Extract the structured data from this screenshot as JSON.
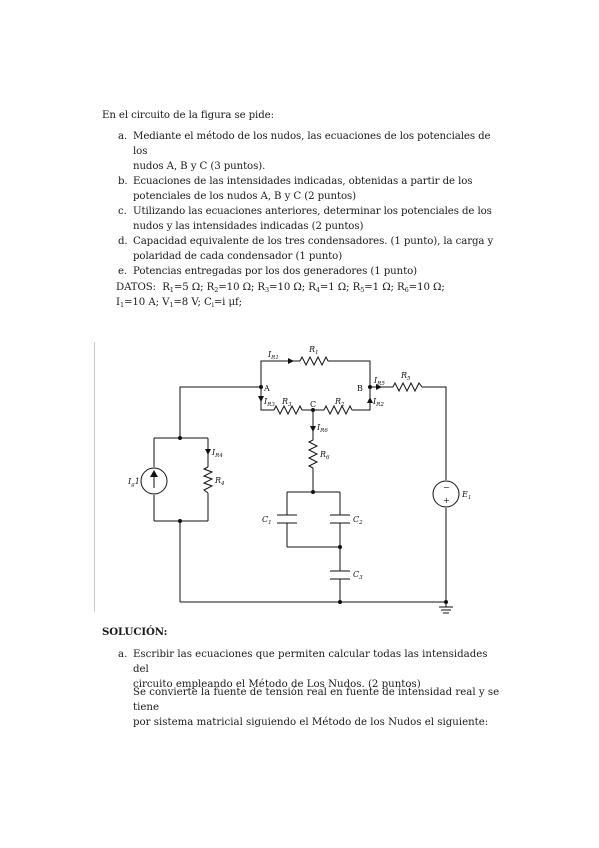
{
  "intro": "En el circuito de la figura se pide:",
  "questions": [
    {
      "mark": "a.",
      "lines": [
        "Mediante el método de los nudos, las ecuaciones de los potenciales de los",
        "nudos A, B y C (3 puntos)."
      ]
    },
    {
      "mark": "b.",
      "lines": [
        "Ecuaciones de las intensidades indicadas, obtenidas a partir de los",
        "potenciales de los nudos A, B y C (2 puntos)"
      ]
    },
    {
      "mark": "c.",
      "lines": [
        "Utilizando las ecuaciones anteriores, determinar los potenciales de los",
        "nudos y las intensidades indicadas (2 puntos)"
      ]
    },
    {
      "mark": "d.",
      "lines": [
        "Capacidad equivalente de los tres condensadores. (1 punto), la carga y",
        "polaridad de cada condensador (1 punto)"
      ]
    },
    {
      "mark": "e.",
      "lines": [
        "Potencias entregadas por los dos generadores (1 punto)"
      ]
    }
  ],
  "datos": {
    "prefix": "DATOS:",
    "items": [
      {
        "sym": "R",
        "sub": "1",
        "val": "=5 Ω;"
      },
      {
        "sym": "R",
        "sub": "2",
        "val": "=10 Ω;"
      },
      {
        "sym": "R",
        "sub": "3",
        "val": "=10 Ω;"
      },
      {
        "sym": "R",
        "sub": "4",
        "val": "=1 Ω;"
      },
      {
        "sym": "R",
        "sub": "5",
        "val": "=1 Ω;"
      },
      {
        "sym": "R",
        "sub": "6",
        "val": "=10 Ω;"
      },
      {
        "sym": "I",
        "sub": "1",
        "val": "=10 A;"
      },
      {
        "sym": "V",
        "sub": "1",
        "val": "=8 V;"
      },
      {
        "sym": "C",
        "sub": "i",
        "val": "=i μf;"
      }
    ]
  },
  "circuit": {
    "nodes": {
      "a": "A",
      "b": "B",
      "c": "C"
    },
    "resistors": {
      "r1": "R",
      "r2": "R",
      "r3": "R",
      "r4": "R",
      "r5": "R",
      "r6": "R"
    },
    "resistor_subs": {
      "r1": "1",
      "r2": "2",
      "r3": "3",
      "r4": "4",
      "r5": "5",
      "r6": "6"
    },
    "currents": {
      "ir1": "1",
      "ir2": "2",
      "ir3": "3",
      "ir4": "4",
      "ir5": "5",
      "ir6": "6"
    },
    "current_prefix": "I",
    "current_sub_prefix": "R",
    "capacitors": {
      "c1": "C",
      "c2": "C",
      "c3": "C"
    },
    "capacitor_subs": {
      "c1": "1",
      "c2": "2",
      "c3": "3"
    },
    "source_current": {
      "sym": "I",
      "sub": "g",
      "tail": "1"
    },
    "source_voltage": {
      "sym": "E",
      "sub": "1"
    },
    "plus": "+",
    "minus": "−"
  },
  "solution": {
    "heading": "SOLUCIÓN:",
    "a_mark": "a.",
    "a_lines": [
      "Escribir las ecuaciones que permiten calcular todas las intensidades del",
      "circuito empleando el Método de Los Nudos. (2 puntos)"
    ],
    "paragraph_lines": [
      "Se convierte la fuente de tensión real en fuente de intensidad real y se tiene",
      "por sistema matricial siguiendo el Método de los Nudos el siguiente:"
    ]
  }
}
